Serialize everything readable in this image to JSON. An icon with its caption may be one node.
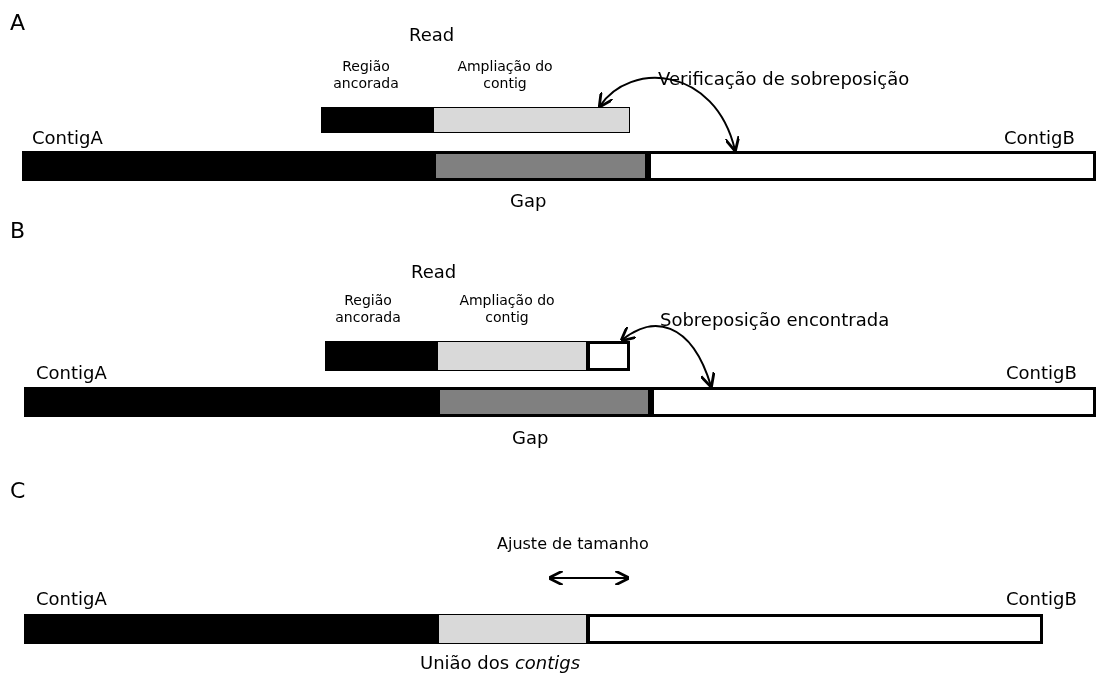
{
  "diagram": {
    "nodes": [
      {
        "text": [],
        "shape": "bar",
        "beside": [
          "Região ancorada"
        ]
      },
      {
        "text": [],
        "shape": "bar",
        "beside": [
          "Ampliação do contig"
        ]
      },
      {
        "text": [],
        "shape": "bar",
        "beside": [
          "ContigA"
        ]
      },
      {
        "text": [],
        "shape": "bar",
        "beside": [
          "Gap"
        ]
      },
      {
        "text": [],
        "shape": "bar",
        "beside": [
          "ContigB"
        ]
      },
      {
        "text": [],
        "shape": "bar",
        "beside": [
          "Região ancorada"
        ]
      },
      {
        "text": [],
        "shape": "bar",
        "beside": [
          "Ampliação do contig"
        ]
      },
      {
        "text": [],
        "shape": "box"
      },
      {
        "text": [],
        "shape": "bar",
        "beside": [
          "ContigA"
        ]
      },
      {
        "text": [],
        "shape": "bar",
        "beside": [
          "Gap"
        ]
      },
      {
        "text": [],
        "shape": "bar",
        "beside": [
          "ContigB"
        ]
      },
      {
        "text": [],
        "shape": "bar",
        "beside": [
          "ContigA"
        ]
      },
      {
        "text": [],
        "shape": "bar",
        "beside": [
          "União dos *contigs*"
        ]
      },
      {
        "text": [],
        "shape": "bar",
        "beside": [
          "ContigB"
        ]
      }
    ],
    "edges": [
      {
        "from": 1,
        "to": 4,
        "arrow": "both"
      },
      {
        "from": 7,
        "to": 10,
        "arrow": "both"
      }
    ],
    "labels": [
      "A",
      "Read",
      "Verificação de sobreposição",
      "B",
      "Read",
      "Sobreposição encontrada",
      "C",
      "Ajuste de tamanho"
    ]
  }
}
